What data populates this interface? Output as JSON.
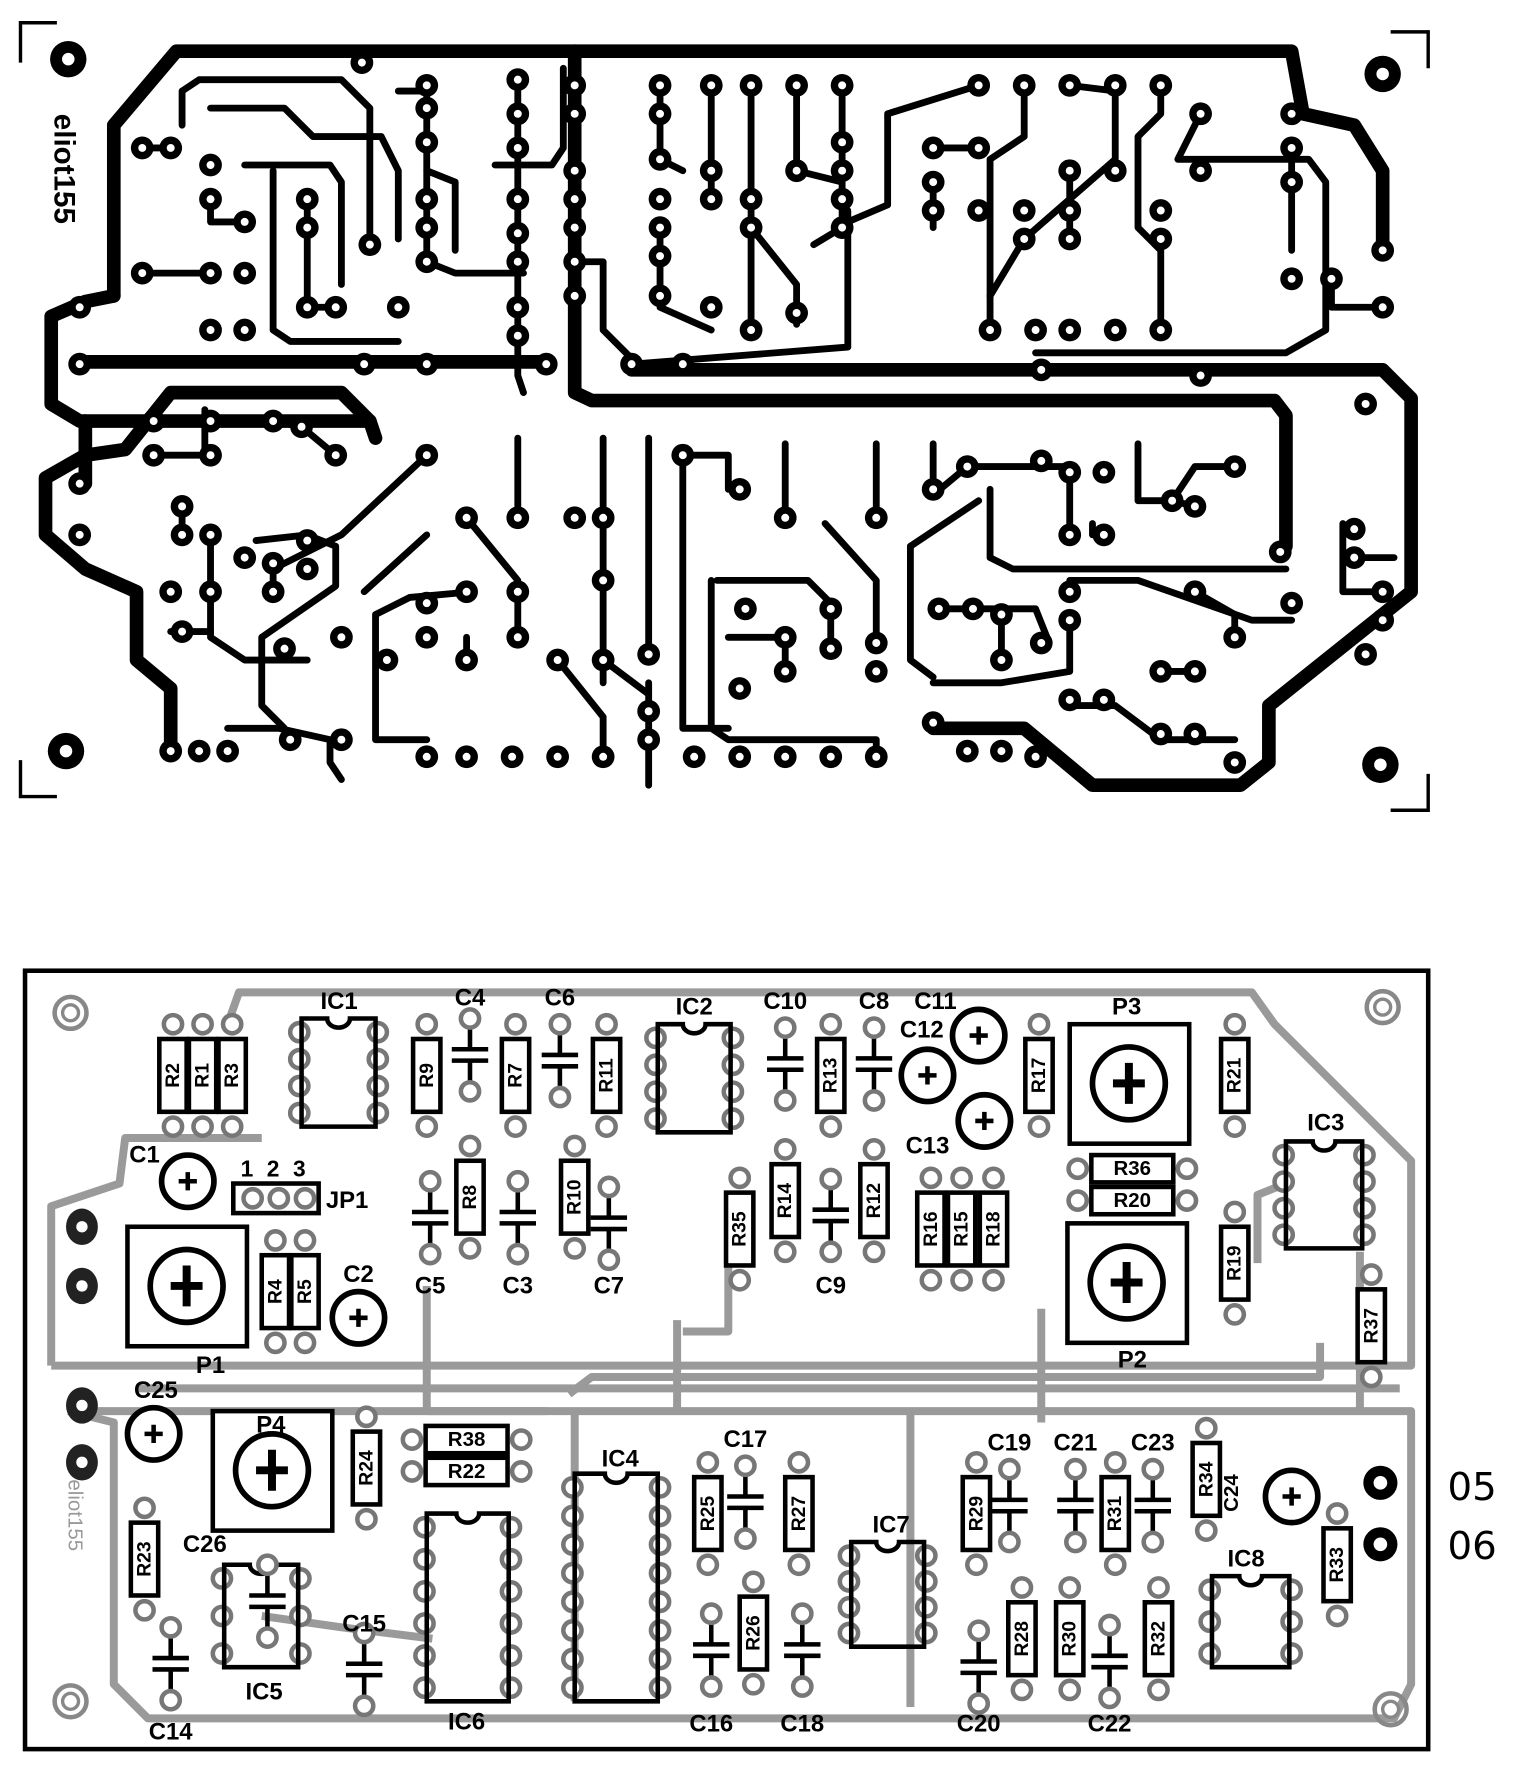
{
  "top_board": {
    "id_text": "eliot155",
    "colors": {
      "copper": "#000000",
      "background": "#ffffff"
    }
  },
  "bottom_board": {
    "id_text": "eliot155",
    "connectors": [
      "05",
      "06"
    ],
    "colors": {
      "outline": "#000000",
      "trace": "#8a8a8a"
    },
    "resistors": [
      "R2",
      "R1",
      "R3",
      "R9",
      "R7",
      "R11",
      "R13",
      "R17",
      "R21",
      "R8",
      "R10",
      "R35",
      "R14",
      "R12",
      "R16",
      "R15",
      "R18",
      "R19",
      "R37",
      "R4",
      "R5",
      "R24",
      "R23",
      "R25",
      "R27",
      "R26",
      "R29",
      "R31",
      "R34",
      "R33",
      "R28",
      "R30",
      "R32",
      "R36",
      "R20",
      "R38",
      "R22"
    ],
    "ics": [
      "IC1",
      "IC2",
      "IC3",
      "IC4",
      "IC5",
      "IC6",
      "IC7",
      "IC8"
    ],
    "pots": [
      "P1",
      "P2",
      "P3",
      "P4"
    ],
    "electrolytic_caps": [
      "C1",
      "C2",
      "C11",
      "C12",
      "C13",
      "C25",
      "C24"
    ],
    "caps": [
      "C4",
      "C6",
      "C10",
      "C8",
      "C5",
      "C3",
      "C7",
      "C9",
      "C17",
      "C19",
      "C21",
      "C23",
      "C26",
      "C15",
      "C14",
      "C16",
      "C18",
      "C20",
      "C22"
    ],
    "jumper": {
      "label": "JP1",
      "pins": [
        "1",
        "2",
        "3"
      ]
    }
  }
}
